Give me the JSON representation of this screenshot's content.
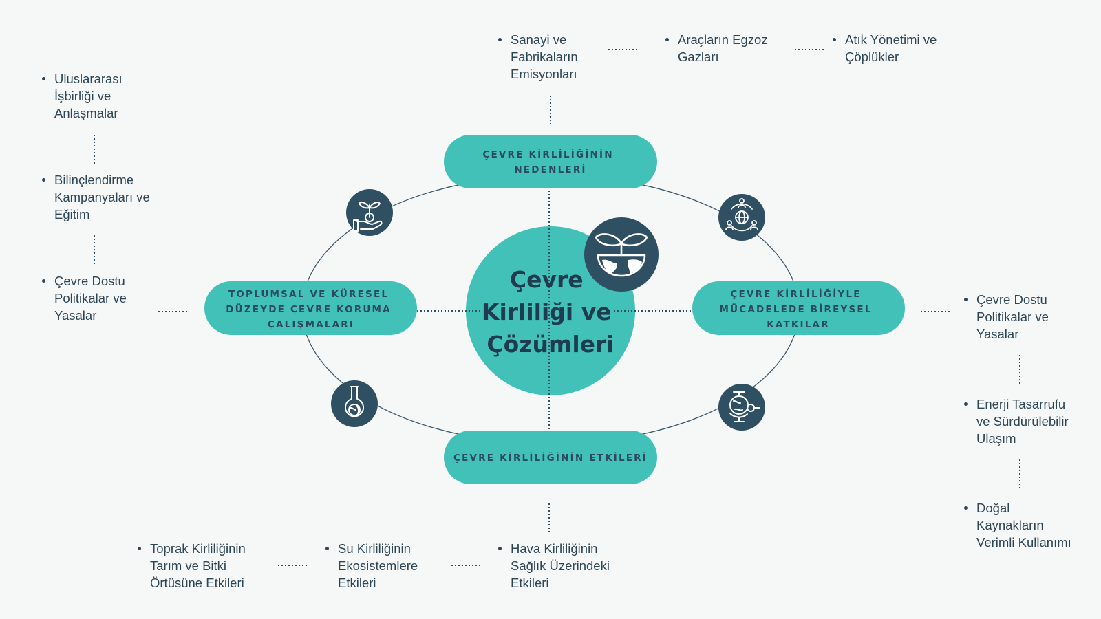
{
  "center": {
    "lines": [
      "Çevre",
      "Kirliliği ve",
      "Çözümleri"
    ]
  },
  "pills": {
    "top": {
      "lines": [
        "ÇEVRE KİRLİLİĞİNİN",
        "NEDENLERİ"
      ]
    },
    "bottom": {
      "lines": [
        "ÇEVRE KİRLİLİĞİNİN ETKİLERİ"
      ]
    },
    "left": {
      "lines": [
        "TOPLUMSAL VE KÜRESEL",
        "DÜZEYDE ÇEVRE KORUMA",
        "ÇALIŞMALARI"
      ]
    },
    "right": {
      "lines": [
        "ÇEVRE KİRLİLİĞİYLE",
        "MÜCADELEDE BİREYSEL",
        "KATKILAR"
      ]
    }
  },
  "items": {
    "top_causes": [
      {
        "lines": [
          "Sanayi ve",
          "Fabrikaların",
          "Emisyonları"
        ]
      },
      {
        "lines": [
          "Araçların Egzoz",
          "Gazları"
        ]
      },
      {
        "lines": [
          "Atık Yönetimi ve",
          "Çöplükler"
        ]
      }
    ],
    "left_society": [
      {
        "lines": [
          "Uluslararası",
          "İşbirliği ve",
          "Anlaşmalar"
        ]
      },
      {
        "lines": [
          "Bilinçlendirme",
          "Kampanyaları ve",
          "Eğitim"
        ]
      },
      {
        "lines": [
          "Çevre Dostu",
          "Politikalar ve",
          "Yasalar"
        ]
      }
    ],
    "right_individual": [
      {
        "lines": [
          "Çevre Dostu",
          "Politikalar ve",
          "Yasalar"
        ]
      },
      {
        "lines": [
          "Enerji Tasarrufu",
          "ve Sürdürülebilir",
          "Ulaşım"
        ]
      },
      {
        "lines": [
          "Doğal",
          "Kaynakların",
          "Verimli Kullanımı"
        ]
      }
    ],
    "bottom_effects": [
      {
        "lines": [
          "Toprak Kirliliğinin",
          "Tarım ve Bitki",
          "Örtüsüne Etkileri"
        ]
      },
      {
        "lines": [
          "Su Kirliliğinin",
          "Ekosistemlere",
          "Etkileri"
        ]
      },
      {
        "lines": [
          "Hava Kirliliğinin",
          "Sağlık Üzerindeki",
          "Etkileri"
        ]
      }
    ]
  },
  "icons": {
    "center": "plant-globe-icon",
    "top_left": "hand-plant-icon",
    "top_right": "global-community-icon",
    "bottom_left": "globe-flask-icon",
    "bottom_right": "globe-magnifier-icon"
  },
  "colors": {
    "teal": "#42c1b9",
    "navy": "#2f4f63",
    "text": "#2d4656",
    "background": "#f6f7f7"
  }
}
